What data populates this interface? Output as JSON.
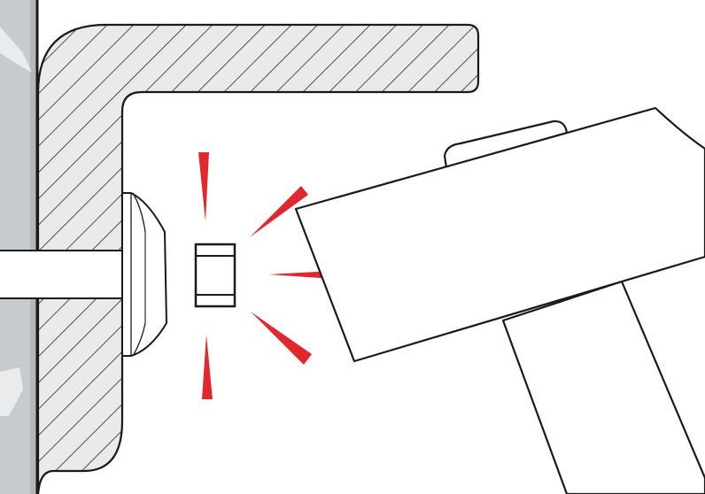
{
  "diagram": {
    "kind": "assembly-instruction-illustration",
    "labels": [],
    "colors": {
      "background": "#ffffff",
      "outline": "#1a1a1a",
      "wall": "#c8cbce",
      "wall_shade": "#b5b8bb",
      "wall_highlight": "#eceeef",
      "section_fill": "#e8eaeb",
      "hatch": "#2a2a2a",
      "impact": "#e0282e"
    },
    "icons": [
      "wall-panel",
      "hatched-bracket",
      "rod",
      "cone-washer",
      "cap-nut",
      "impact-marks",
      "mallet"
    ]
  }
}
